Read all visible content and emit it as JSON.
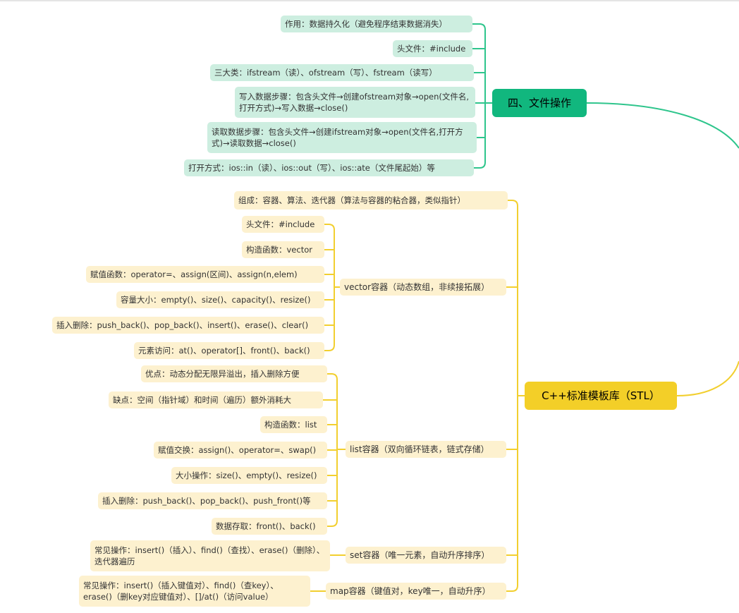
{
  "colors": {
    "green_line": "#2ec58c",
    "yellow_line": "#f2cf2f",
    "green_fill": "#cdeee0",
    "yellow_fill": "#fdf1cf",
    "green_main": "#11b77e",
    "yellow_main": "#f3cf28"
  },
  "file_ops": {
    "title": "四、文件操作",
    "items": [
      "作用：数据持久化（避免程序结束数据消失）",
      "头文件：#include",
      "三大类：ifstream（读）、ofstream（写）、fstream（读写）",
      "写入数据步骤：包含头文件→创建ofstream对象→open(文件名,打开方式)→写入数据→close()",
      "读取数据步骤：包含头文件→创建ifstream对象→open(文件名,打开方式)→读取数据→close()",
      "打开方式：ios::in（读）、ios::out（写）、ios::ate（文件尾起始）等"
    ]
  },
  "stl": {
    "title": "C++标准模板库（STL）",
    "composition": "组成：容器、算法、迭代器（算法与容器的粘合器，类似指针）",
    "vector": {
      "label": "vector容器（动态数组，非续接拓展）",
      "items": [
        "头文件：#include",
        "构造函数：vector",
        "赋值函数：operator=、assign(区间)、assign(n,elem)",
        "容量大小：empty()、size()、capacity()、resize()",
        "插入删除：push_back()、pop_back()、insert()、erase()、clear()",
        "元素访问：at()、operator[]、front()、back()"
      ]
    },
    "list": {
      "label": "list容器（双向循环链表，链式存储）",
      "items": [
        "优点：动态分配无限异溢出，插入删除方便",
        "缺点：空间（指针域）和时间（遍历）额外消耗大",
        "构造函数：list",
        "赋值交换：assign()、operator=、swap()",
        "大小操作：size()、empty()、resize()",
        "插入删除：push_back()、pop_back()、push_front()等",
        "数据存取：front()、back()"
      ]
    },
    "set": {
      "label": "set容器（唯一元素，自动升序排序）",
      "items": [
        "常见操作：insert()（插入）、find()（查找）、erase()（删除）、迭代器遍历"
      ]
    },
    "map": {
      "label": "map容器（键值对，key唯一，自动升序）",
      "items": [
        "常见操作：insert()（插入键值对）、find()（查key）、erase()（删key对应键值对）、[]/at()（访问value）"
      ]
    }
  }
}
